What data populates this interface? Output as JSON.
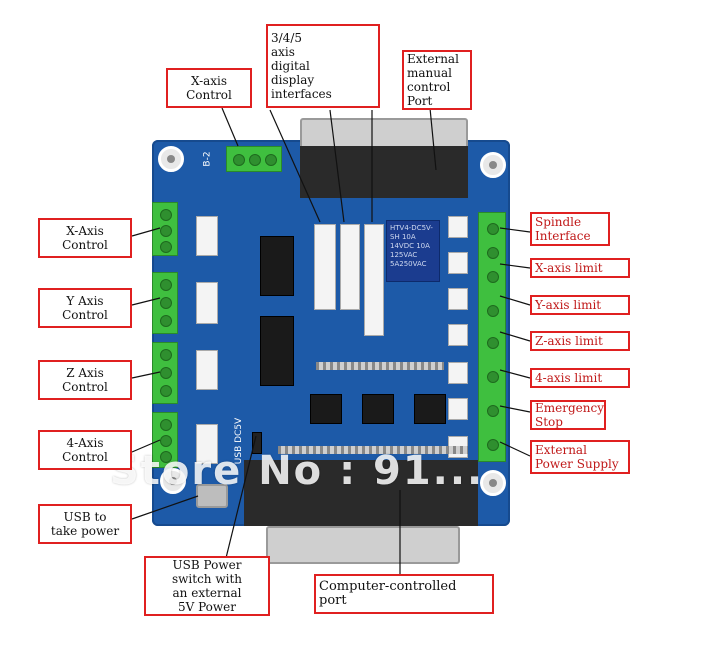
{
  "labels": {
    "x_axis_control_top": [
      "X-axis",
      "Control"
    ],
    "display_interfaces": [
      "3/4/5",
      "axis",
      "digital",
      "display",
      "interfaces"
    ],
    "external_manual": [
      "External",
      "manual",
      "control",
      "Port"
    ],
    "x_axis_control": [
      "X-Axis",
      "Control"
    ],
    "y_axis_control": [
      "Y Axis",
      "Control"
    ],
    "z_axis_control": [
      "Z Axis",
      "Control"
    ],
    "four_axis_control": [
      "4-Axis",
      "Control"
    ],
    "usb_power": [
      "USB to",
      "take power"
    ],
    "usb_switch": [
      "USB Power",
      "switch with",
      "an external",
      "5V Power"
    ],
    "computer_port": [
      "Computer-controlled",
      "port"
    ],
    "spindle": [
      "Spindle",
      "Interface"
    ],
    "x_limit": "X-axis limit",
    "y_limit": "Y-axis limit",
    "z_limit": "Z-axis limit",
    "four_limit": "4-axis limit",
    "emergency": [
      "Emergency",
      "Stop"
    ],
    "external_power": [
      "External",
      "Power Supply"
    ]
  },
  "board": {
    "silkscreen_b2": "B-2",
    "relay_text": [
      "HTV4-DC5V-SH",
      "10A 14VDC",
      "10A 125VAC 5A250VAC"
    ],
    "usb_mark": "USB DC5V",
    "watermark": "Store No : 91..."
  },
  "colors": {
    "board": "#1d5aa8",
    "terminal": "#3fbf3f",
    "label_border": "#e02020"
  }
}
